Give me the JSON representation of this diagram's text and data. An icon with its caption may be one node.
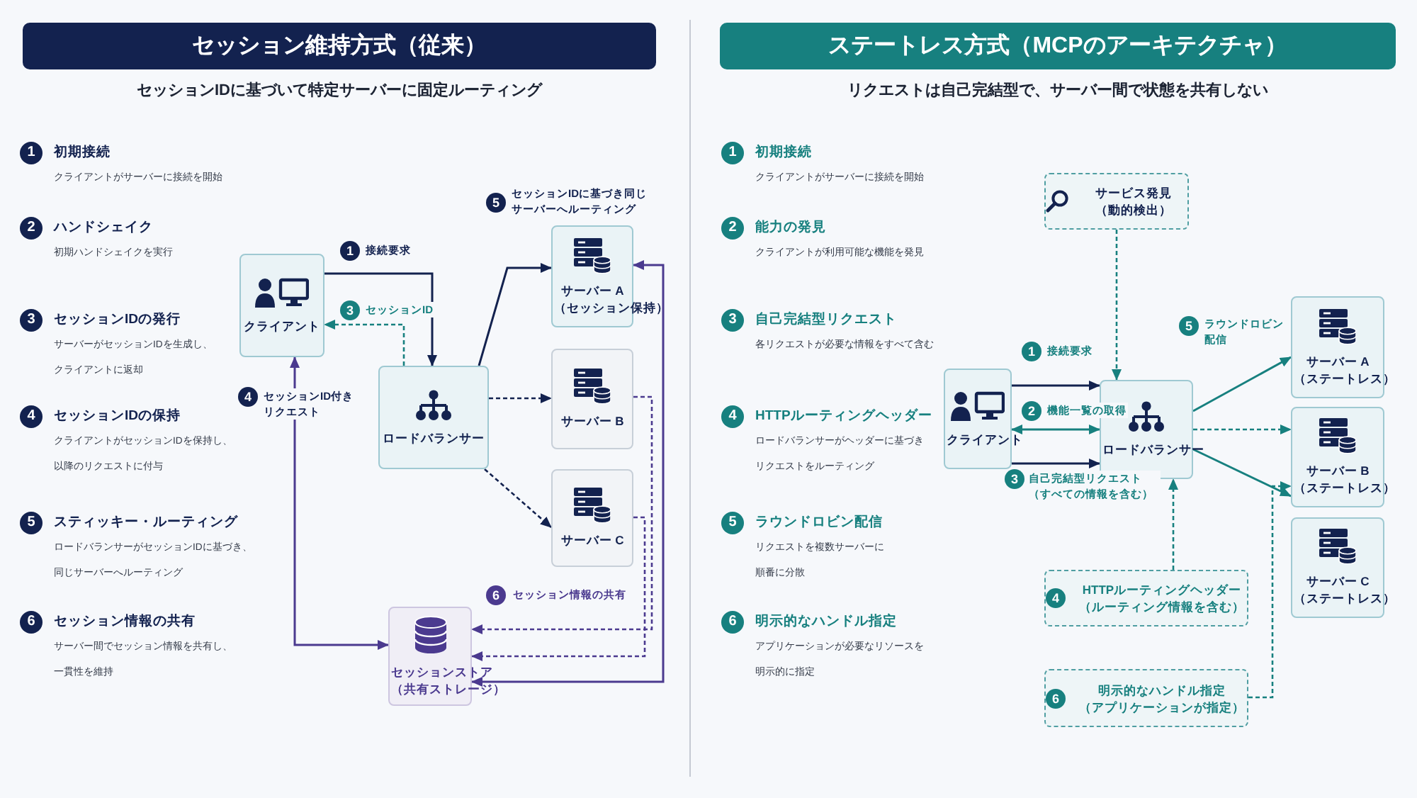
{
  "diagram": {
    "nodes": [
      {
        "text": [
          "セッション維持方式（従来）"
        ],
        "beside": [
          "セッションIDに基づいて特定サーバーに固定ルーティング"
        ]
      },
      {
        "text": [
          "1"
        ],
        "beside": [
          "初期接続",
          "クライアントがサーバーに接続を開始"
        ]
      },
      {
        "text": [
          "2"
        ],
        "beside": [
          "ハンドシェイク",
          "初期ハンドシェイクを実行"
        ]
      },
      {
        "text": [
          "3"
        ],
        "beside": [
          "セッションIDの発行",
          "サーバーがセッションIDを生成し、クライアントに返却"
        ]
      },
      {
        "text": [
          "4"
        ],
        "beside": [
          "セッションIDの保持",
          "クライアントがセッションIDを保持し、以降のリクエストに付与"
        ]
      },
      {
        "text": [
          "5"
        ],
        "beside": [
          "スティッキー・ルーティング",
          "ロードバランサーがセッションIDに基づき、同じサーバーへルーティング"
        ]
      },
      {
        "text": [
          "6"
        ],
        "beside": [
          "セッション情報の共有",
          "サーバー間でセッション情報を共有し、一貫性を維持"
        ]
      },
      {
        "text": [
          "クライアント"
        ]
      },
      {
        "text": [
          "ロードバランサー"
        ]
      },
      {
        "text": [
          "サーバー A（セッション保持）"
        ]
      },
      {
        "text": [
          "サーバー B"
        ]
      },
      {
        "text": [
          "サーバー C"
        ]
      },
      {
        "text": [
          "セッションストア（共有ストレージ）"
        ]
      },
      {
        "text": [
          "ステートレス方式（MCPのアーキテクチャ）"
        ],
        "beside": [
          "リクエストは自己完結型で、サーバー間で状態を共有しない"
        ]
      },
      {
        "text": [
          "1"
        ],
        "beside": [
          "初期接続",
          "クライアントがサーバーに接続を開始"
        ]
      },
      {
        "text": [
          "2"
        ],
        "beside": [
          "能力の発見",
          "クライアントが利用可能な機能を発見"
        ]
      },
      {
        "text": [
          "3"
        ],
        "beside": [
          "自己完結型リクエスト",
          "各リクエストが必要な情報をすべて含む"
        ]
      },
      {
        "text": [
          "4"
        ],
        "beside": [
          "HTTPルーティングヘッダー",
          "ロードバランサーがヘッダーに基づきリクエストをルーティング"
        ]
      },
      {
        "text": [
          "5"
        ],
        "beside": [
          "ラウンドロビン配信",
          "リクエストを複数サーバーに順番に分散"
        ]
      },
      {
        "text": [
          "6"
        ],
        "beside": [
          "明示的なハンドル指定",
          "アプリケーションが必要なリソースを明示的に指定"
        ]
      },
      {
        "text": [
          "サービス発見（動的検出）"
        ]
      },
      {
        "text": [
          "クライアント"
        ]
      },
      {
        "text": [
          "ロードバランサー"
        ]
      },
      {
        "text": [
          "サーバー A（ステートレス）"
        ]
      },
      {
        "text": [
          "サーバー B（ステートレス）"
        ]
      },
      {
        "text": [
          "サーバー C（ステートレス）"
        ]
      },
      {
        "text": [
          "4",
          "HTTPルーティングヘッダー（ルーティング情報を含む）"
        ]
      },
      {
        "text": [
          "6",
          "明示的なハンドル指定（アプリケーションが指定）"
        ]
      },
      {
        "text": [
          "1"
        ]
      },
      {
        "text": [
          "3"
        ]
      },
      {
        "text": [
          "4"
        ]
      },
      {
        "text": [
          "5"
        ]
      },
      {
        "text": [
          "6"
        ]
      },
      {
        "text": [
          "1"
        ]
      },
      {
        "text": [
          "2"
        ]
      },
      {
        "text": [
          "3"
        ]
      },
      {
        "text": [
          "5"
        ]
      }
    ],
    "edges": [
      {
        "from": 7,
        "to": 8,
        "arrow": "to",
        "label": "接続要求",
        "color": "#13224f"
      },
      {
        "from": 8,
        "to": 7,
        "arrow": "to",
        "label": "セッションID",
        "style": "dashed"
      },
      {
        "from": 7,
        "to": 12,
        "arrow": "both",
        "label": "セッションID付きリクエスト",
        "color": "#4b3a8f"
      },
      {
        "from": 8,
        "to": 9,
        "arrow": "to",
        "label": "セッションIDに基づき同じサーバーへルーティング",
        "color": "#13224f"
      },
      {
        "from": 8,
        "to": 10,
        "arrow": "to",
        "style": "dashed",
        "color": "#13224f"
      },
      {
        "from": 8,
        "to": 11,
        "arrow": "to",
        "style": "dashed",
        "color": "#13224f"
      },
      {
        "from": 10,
        "to": 12,
        "arrow": "to",
        "label": "セッション情報の共有",
        "style": "dashed",
        "color": "#4b3a8f"
      },
      {
        "from": 11,
        "to": 12,
        "arrow": "to",
        "style": "dashed",
        "color": "#4b3a8f"
      },
      {
        "from": 9,
        "to": 12,
        "arrow": "both",
        "color": "#4b3a8f"
      },
      {
        "from": 20,
        "to": 22,
        "arrow": "to",
        "style": "dashed"
      },
      {
        "from": 21,
        "to": 22,
        "arrow": "to",
        "label": "接続要求",
        "color": "#13224f"
      },
      {
        "from": 21,
        "to": 22,
        "arrow": "both",
        "label": "機能一覧の取得"
      },
      {
        "from": 21,
        "to": 22,
        "arrow": "to",
        "label": "自己完結型リクエスト（すべての情報を含む）",
        "color": "#13224f"
      },
      {
        "from": 26,
        "to": 22,
        "arrow": "to",
        "style": "dashed"
      },
      {
        "from": 22,
        "to": 23,
        "arrow": "to",
        "label": "ラウンドロビン配信"
      },
      {
        "from": 22,
        "to": 24,
        "arrow": "to",
        "style": "dashed"
      },
      {
        "from": 22,
        "to": 24,
        "arrow": "to"
      },
      {
        "from": 27,
        "to": 24,
        "arrow": "to",
        "style": "dashed"
      }
    ]
  }
}
